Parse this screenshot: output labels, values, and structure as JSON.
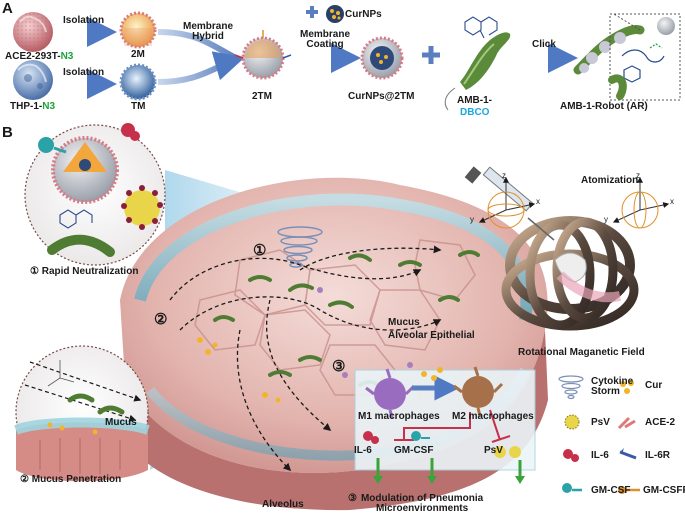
{
  "panels": {
    "a": "A",
    "b": "B"
  },
  "panel_a": {
    "cell1_name": "ACE2-293T-",
    "cell1_tag": "N3",
    "cell2_name": "THP-1-",
    "cell2_tag": "N3",
    "isolation_1": "Isolation",
    "isolation_2": "Isolation",
    "product_2m": "2M",
    "product_tm": "TM",
    "membrane_hybrid": "Membrane\nHybrid",
    "hybrid_2tm": "2TM",
    "curnps": "CurNPs",
    "membrane_coating": "Membrane\nCoating",
    "coated": "CurNPs@2TM",
    "amb_prefix": "AMB-1-",
    "amb_dbco": "DBCO",
    "click": "Click",
    "robot": "AMB-1-Robot (AR)"
  },
  "panel_b": {
    "atomization": "Atomization",
    "step1_num": "①",
    "step1": "Rapid Neutralization",
    "step2_num": "②",
    "step2": "Mucus Penetration",
    "step3_num": "③",
    "step3": "Modulation of Pneumonia\nMicroenvironments",
    "mucus_top": "Mucus",
    "alveolar_epithelial": "Alveolar Epithelial",
    "mucus_inset": "Mucus",
    "rotational_field": "Rotational Maganetic Field",
    "alveolus": "Alveolus",
    "m1": "M1 macrophages",
    "m2": "M2 macrophages",
    "il6": "IL-6",
    "gmcsf": "GM-CSF",
    "psv": "PsV",
    "axis_x": "x",
    "axis_y": "y",
    "axis_z": "z"
  },
  "legend": [
    {
      "label": "Cytokine\nStorm",
      "icon": "cytokine-storm-icon",
      "color": "#7b8fb8"
    },
    {
      "label": "Cur",
      "icon": "curcumin-dots-icon",
      "color": "#f2b52a"
    },
    {
      "label": "PsV",
      "icon": "pseudovirus-icon",
      "color": "#b9a23a"
    },
    {
      "label": "ACE-2",
      "icon": "ace2-receptor-icon",
      "color": "#e07a7a"
    },
    {
      "label": "IL-6",
      "icon": "il6-icon",
      "color": "#c7304a"
    },
    {
      "label": "IL-6R",
      "icon": "il6r-receptor-icon",
      "color": "#3a5aa8"
    },
    {
      "label": "GM-CSF",
      "icon": "gmcsf-icon",
      "color": "#2aa3a8"
    },
    {
      "label": "GM-CSFR",
      "icon": "gmcsfr-receptor-icon",
      "color": "#e0902a"
    }
  ]
}
